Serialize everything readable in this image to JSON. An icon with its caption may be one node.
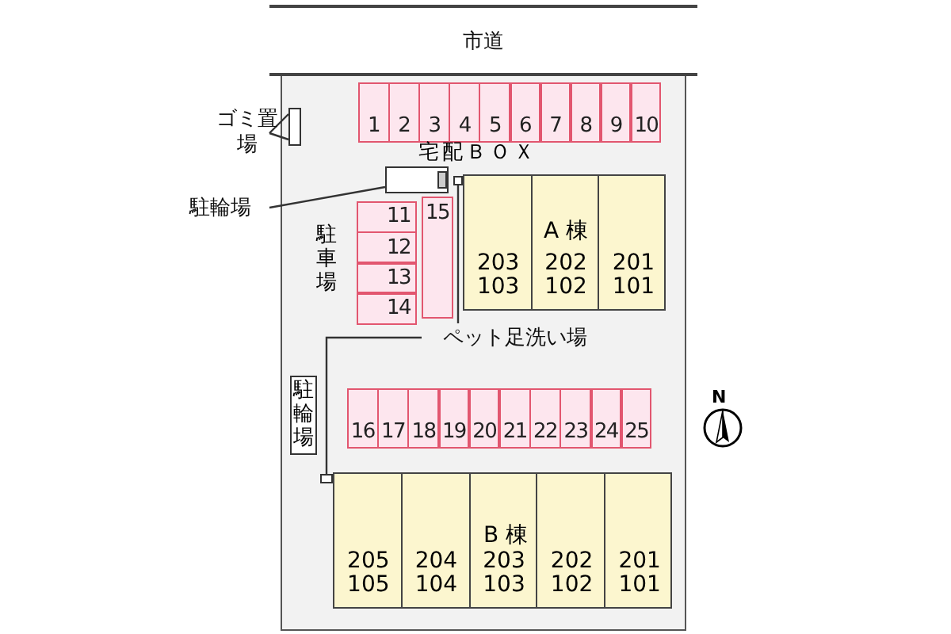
{
  "diagram": {
    "nodes": [
      {
        "text": [
          "市道"
        ]
      },
      {
        "text": [
          "1"
        ]
      },
      {
        "text": [
          "2"
        ]
      },
      {
        "text": [
          "3"
        ]
      },
      {
        "text": [
          "4"
        ]
      },
      {
        "text": [
          "5"
        ]
      },
      {
        "text": [
          "6"
        ]
      },
      {
        "text": [
          "7"
        ]
      },
      {
        "text": [
          "8"
        ]
      },
      {
        "text": [
          "9"
        ]
      },
      {
        "text": [
          "10"
        ]
      },
      {
        "text": [
          "ゴミ置場"
        ]
      },
      {
        "text": [],
        "shape": "box"
      },
      {
        "text": [
          "駐輪場"
        ]
      },
      {
        "text": [],
        "shape": "box"
      },
      {
        "text": [
          "11"
        ]
      },
      {
        "text": [
          "12"
        ]
      },
      {
        "text": [
          "13"
        ]
      },
      {
        "text": [
          "14"
        ]
      },
      {
        "text": [
          "15"
        ]
      },
      {
        "text": [
          "A 棟"
        ]
      },
      {
        "text": [
          "203",
          "103"
        ],
        "in": 20
      },
      {
        "text": [
          "202",
          "102"
        ],
        "in": 20
      },
      {
        "text": [
          "201",
          "101"
        ],
        "in": 20
      },
      {
        "text": [
          "ペット足洗い場"
        ]
      },
      {
        "text": [],
        "shape": "box"
      },
      {
        "text": [
          "駐輪場"
        ]
      },
      {
        "text": [
          "16"
        ]
      },
      {
        "text": [
          "17"
        ]
      },
      {
        "text": [
          "18"
        ]
      },
      {
        "text": [
          "19"
        ]
      },
      {
        "text": [
          "20"
        ]
      },
      {
        "text": [
          "21"
        ]
      },
      {
        "text": [
          "22"
        ]
      },
      {
        "text": [
          "23"
        ]
      },
      {
        "text": [
          "24"
        ]
      },
      {
        "text": [
          "25"
        ]
      },
      {
        "text": [],
        "shape": "box"
      },
      {
        "text": [
          "B 棟"
        ]
      },
      {
        "text": [
          "205",
          "105"
        ],
        "in": 38
      },
      {
        "text": [
          "204",
          "104"
        ],
        "in": 38
      },
      {
        "text": [
          "203",
          "103"
        ],
        "in": 38
      },
      {
        "text": [
          "202",
          "102"
        ],
        "in": 38
      },
      {
        "text": [
          "201",
          "101"
        ],
        "in": 38
      }
    ],
    "edges": [
      {
        "from": 11,
        "to": 12,
        "arrow": "none"
      },
      {
        "from": 13,
        "to": 14,
        "arrow": "none"
      },
      {
        "from": 24,
        "to": 25,
        "arrow": "none"
      },
      {
        "from": 24,
        "to": 37,
        "arrow": "none"
      }
    ],
    "labels": [
      "宅配ＢＯＸ",
      "駐車場",
      "N"
    ]
  }
}
